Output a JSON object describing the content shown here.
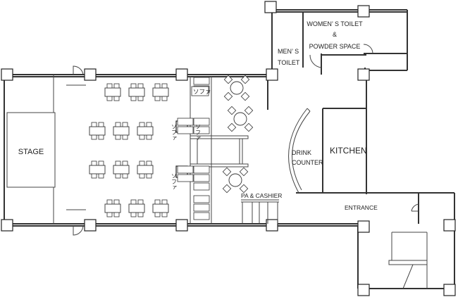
{
  "rooms": {
    "stage": "STAGE",
    "womens_toilet_line1": "WOMEN’ S TOILET",
    "womens_toilet_line2": "&",
    "womens_toilet_line3": "POWDER SPACE",
    "mens_toilet_line1": "MEN’ S",
    "mens_toilet_line2": "TOILET",
    "drink_counter_line1": "DRINK",
    "drink_counter_line2": "COUNTER",
    "kitchen": "KITCHEN",
    "pa_cashier": "PA & CASHIER",
    "entrance": "ENTRANCE"
  },
  "sofa_label": "ソファ",
  "colors": {
    "line": "#333333",
    "background": "#ffffff"
  }
}
